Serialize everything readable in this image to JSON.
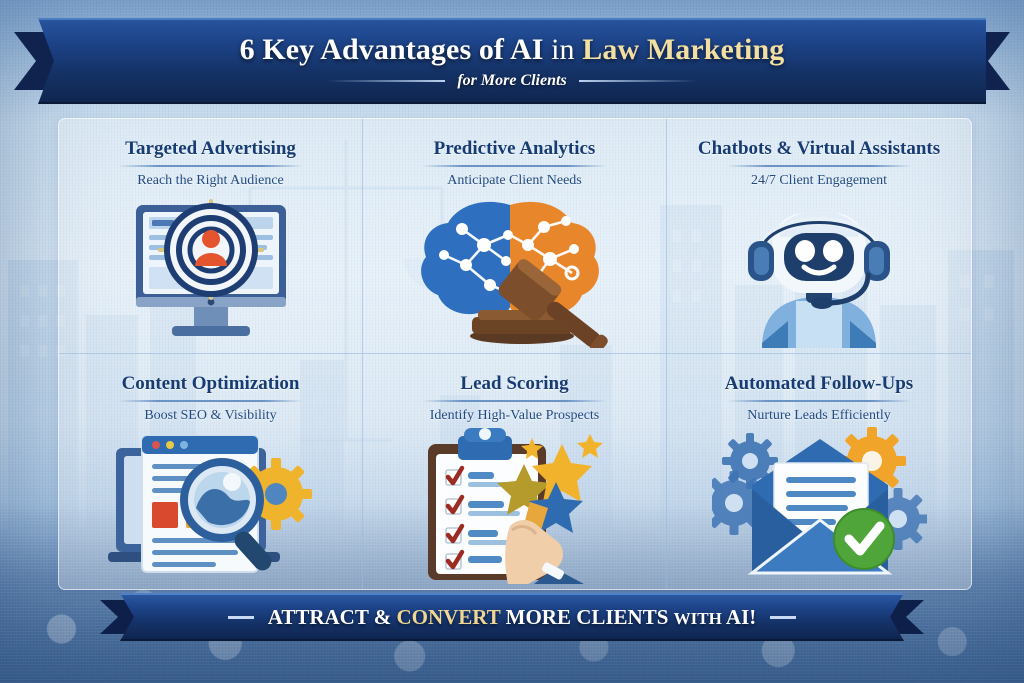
{
  "header": {
    "title_part1": "6 ",
    "title_key": "Key Advantages",
    "title_mid": " of AI ",
    "title_in": "in ",
    "title_gold": "Law Marketing",
    "full_title": "6 Key Advantages of AI in Law Marketing",
    "subtitle": "for More Clients"
  },
  "cards": [
    {
      "id": "targeted-advertising",
      "title": "Targeted Advertising",
      "subtitle": "Reach the Right Audience",
      "icon": "monitor-target-icon"
    },
    {
      "id": "predictive-analytics",
      "title": "Predictive Analytics",
      "subtitle": "Anticipate Client Needs",
      "icon": "brain-gavel-icon"
    },
    {
      "id": "chatbots-virtual-assistants",
      "title": "Chatbots & Virtual Assistants",
      "subtitle": "24/7 Client Engagement",
      "icon": "robot-headset-icon"
    },
    {
      "id": "content-optimization",
      "title": "Content Optimization",
      "subtitle": "Boost SEO & Visibility",
      "icon": "browser-magnifier-gear-icon"
    },
    {
      "id": "lead-scoring",
      "title": "Lead Scoring",
      "subtitle": "Identify High-Value Prospects",
      "icon": "clipboard-stars-hand-icon"
    },
    {
      "id": "automated-follow-ups",
      "title": "Automated Follow-Ups",
      "subtitle": "Nurture Leads Efficiently",
      "icon": "envelope-check-gears-icon"
    }
  ],
  "footer": {
    "text_a": "ATTRACT & ",
    "text_gold": "CONVERT",
    "text_b": " MORE CLIENTS ",
    "text_with": "WITH",
    "text_c": " AI!",
    "full_text": "ATTRACT & CONVERT MORE CLIENTS WITH AI!"
  },
  "colors": {
    "banner_navy": "#1d4489",
    "banner_navy_dark": "#10264f",
    "gold": "#f3dfa2",
    "title_blue": "#173c73",
    "subtitle_blue": "#234a80",
    "accent_orange": "#e8862b",
    "accent_green": "#4fa53a",
    "accent_red": "#c0392b"
  }
}
